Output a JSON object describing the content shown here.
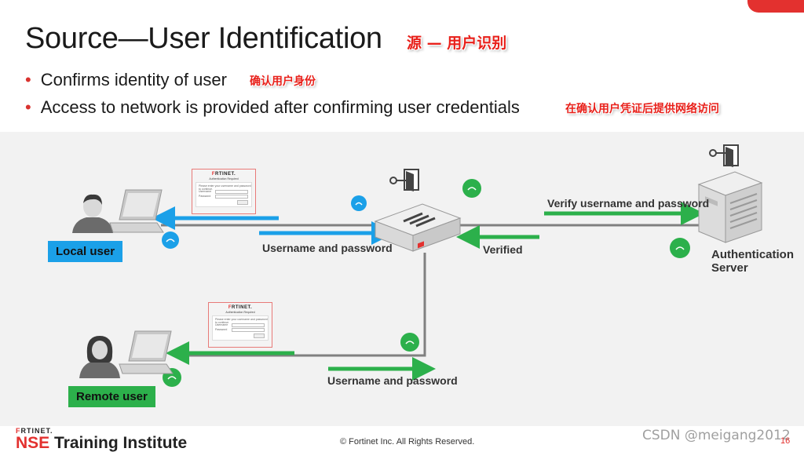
{
  "slide": {
    "title": "Source—User Identification",
    "title_cn": "源 — 用户识别",
    "bullets": [
      {
        "text": "Confirms identity of user",
        "cn": "确认用户身份"
      },
      {
        "text": "Access to network is provided after confirming user credentials",
        "cn": "在确认用户凭证后提供网络访问"
      }
    ]
  },
  "diagram": {
    "local_user": "Local user",
    "remote_user": "Remote user",
    "auth_server_line1": "Authentication",
    "auth_server_line2": "Server",
    "flow_local": "Username and password",
    "flow_remote": "Username and password",
    "flow_verify": "Verify username and password",
    "flow_verified": "Verified",
    "login_brand_a": "F",
    "login_brand_b": "RTINET.",
    "login_subtitle": "Authentication Required",
    "login_prompt": "Please enter your username and password to continue.",
    "login_username": "Username",
    "login_password": "Password",
    "login_button": "Continue",
    "colors": {
      "blue": "#1ba0e8",
      "green": "#2cb04b",
      "line": "#808080",
      "red": "#e3312f"
    }
  },
  "footer": {
    "brand_a": "F",
    "brand_b": "RTINET.",
    "nse_a": "NSE",
    "nse_b": " Training Institute",
    "copyright": "© Fortinet Inc. All Rights Reserved.",
    "watermark": "CSDN @meigang2012",
    "page": "16"
  }
}
